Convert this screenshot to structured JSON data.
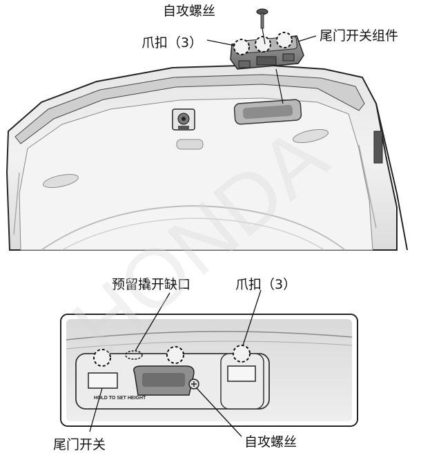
{
  "top_figure": {
    "labels": {
      "screw": "自攻螺丝",
      "clips": "爪扣（3）",
      "switch_assembly": "尾门开关组件"
    }
  },
  "bottom_figure": {
    "labels": {
      "pry_notch": "预留撬开缺口",
      "clips": "爪扣（3）",
      "tailgate_switch": "尾门开关",
      "screw": "自攻螺丝"
    },
    "panel_text": "HOLD TO SET HEIGHT"
  },
  "watermark": "HONDA"
}
